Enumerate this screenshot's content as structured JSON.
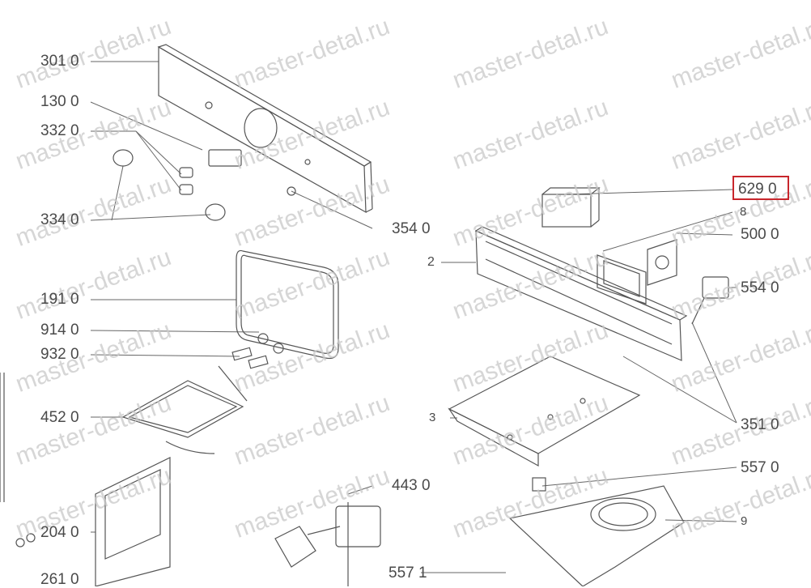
{
  "diagram": {
    "watermark": "master-detal.ru",
    "highlight_color": "#c8262c",
    "highlighted_part": "629 0",
    "labels": {
      "p301": "301 0",
      "p130": "130 0",
      "p332": "332 0",
      "p334": "334 0",
      "p354": "354 0",
      "p191": "191 0",
      "p914": "914 0",
      "p932": "932 0",
      "p452": "452 0",
      "p204": "204 0",
      "p261": "261 0",
      "p443": "443 0",
      "p5571": "557 1",
      "p629": "629 0",
      "p8": "8",
      "p500": "500 0",
      "p2": "2",
      "p554": "554 0",
      "p3": "3",
      "p351": "351 0",
      "p557": "557 0",
      "p9": "9"
    }
  }
}
